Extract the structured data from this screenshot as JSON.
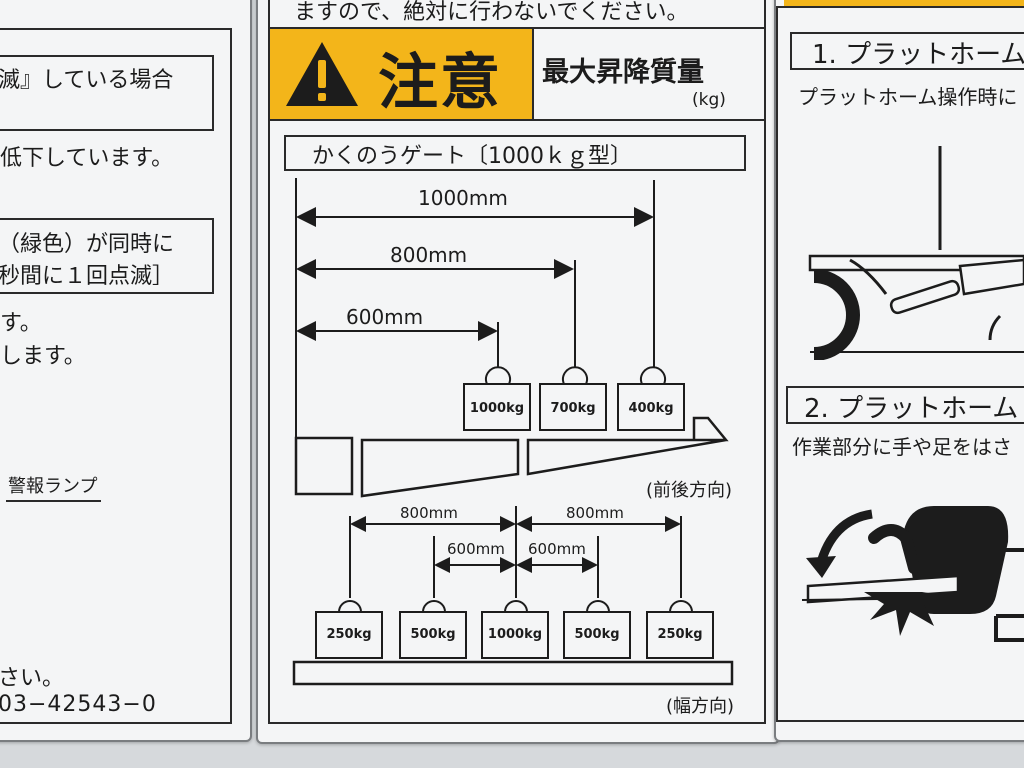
{
  "left_panel": {
    "line1": "滅』している場合",
    "line2": "低下しています。",
    "line3": "（緑色）が同時に",
    "line4": "秒間に１回点滅］",
    "line5": "す。",
    "line6": "します。",
    "lamp_label": "警報ランプ",
    "footer1": "さい。",
    "footer2": "03−42543−0"
  },
  "center_panel": {
    "top_text": "ますので、絶対に行わないでください。",
    "warning_word": "注意",
    "header_right": "最大昇降質量",
    "unit": "(kg)",
    "subtitle": "かくのうゲート〔1000ｋｇ型〕",
    "front_rear": {
      "dims": [
        "1000mm",
        "800mm",
        "600mm"
      ],
      "weights": [
        "1000kg",
        "700kg",
        "400kg"
      ],
      "direction_label": "(前後方向)"
    },
    "width": {
      "dims": [
        "800mm",
        "800mm",
        "600mm",
        "600mm"
      ],
      "weights": [
        "250kg",
        "500kg",
        "1000kg",
        "500kg",
        "250kg"
      ],
      "direction_label": "(幅方向)"
    }
  },
  "right_panel": {
    "heading1": "1. プラットホーム",
    "text1": "プラットホーム操作時に",
    "heading2": "2. プラットホーム",
    "text2": "作業部分に手や足をはさ"
  },
  "colors": {
    "warning_yellow": "#f3b51a",
    "ink": "#1c1c1c",
    "panel": "#f4f5f6"
  },
  "icons": [
    "warning-triangle-icon",
    "weight-icon",
    "hand-icon",
    "curved-arrow-icon"
  ]
}
